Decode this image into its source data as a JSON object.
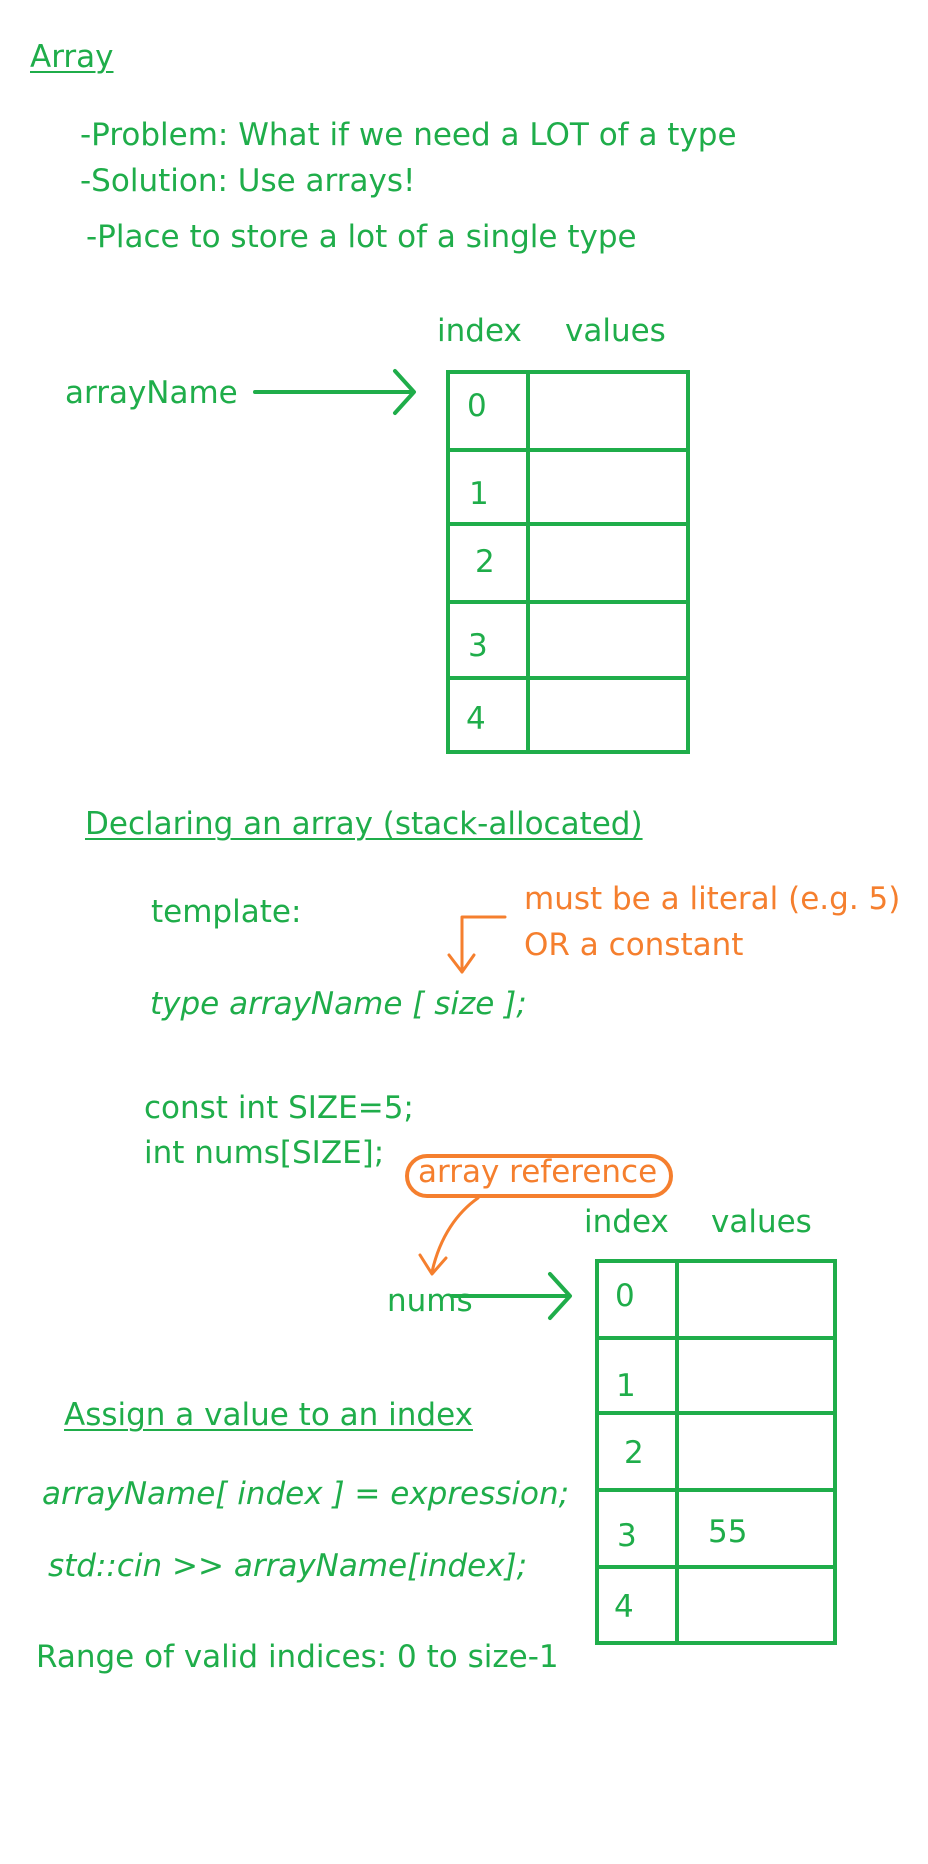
{
  "colors": {
    "ink_green": "#1fad4a",
    "ink_orange": "#f57f2e",
    "background": "#ffffff"
  },
  "heading": "Array",
  "bullets": [
    "-Problem: What if we need a LOT of a type",
    "-Solution: Use arrays!",
    "-Place to store a lot of a single type"
  ],
  "diagram1": {
    "label": "arrayName",
    "index_header": "index",
    "values_header": "values",
    "indices": [
      "0",
      "1",
      "2",
      "3",
      "4"
    ],
    "values": [
      "",
      "",
      "",
      "",
      ""
    ]
  },
  "declaring": {
    "heading": "Declaring an array (stack-allocated)",
    "template_label": "template:",
    "template_code": "type arrayName [ size ];",
    "size_note_line1": "must be a literal (e.g. 5)",
    "size_note_line2": "OR a constant",
    "code_line1": "const int SIZE=5;",
    "code_line2": "int nums[SIZE];"
  },
  "diagram2": {
    "reference_note": "array reference",
    "label": "nums",
    "index_header": "index",
    "values_header": "values",
    "indices": [
      "0",
      "1",
      "2",
      "3",
      "4"
    ],
    "values": [
      "",
      "",
      "",
      "55",
      ""
    ]
  },
  "assign": {
    "heading": "Assign a value to an index",
    "line1": "arrayName[ index ] = expression;",
    "line2": "std::cin >> arrayName[index];"
  },
  "range_note": "Range of valid indices: 0 to size-1"
}
